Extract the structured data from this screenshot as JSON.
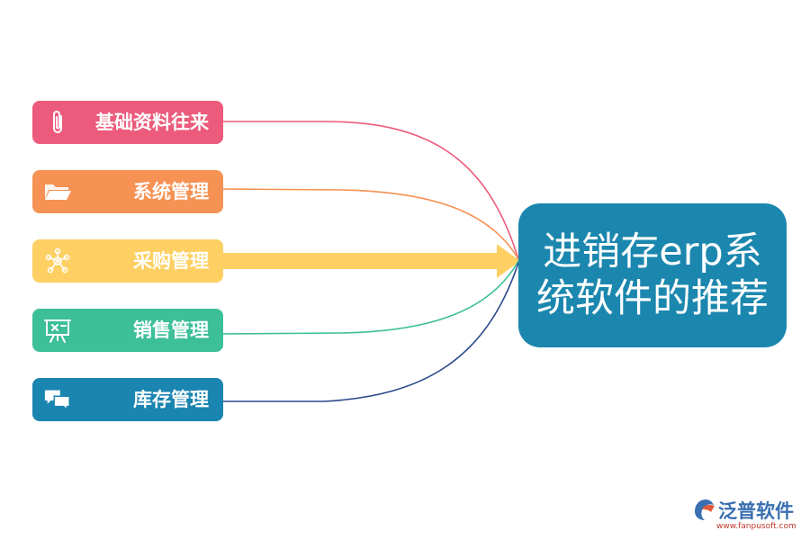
{
  "central": {
    "title": "进销存erp系统软件的推荐",
    "color": "#1b87ae"
  },
  "items": [
    {
      "label": "基础资料往来",
      "icon": "paperclip-icon",
      "color": "#ec5b7b"
    },
    {
      "label": "系统管理",
      "icon": "folder-icon",
      "color": "#f59254"
    },
    {
      "label": "采购管理",
      "icon": "network-icon",
      "color": "#fed063"
    },
    {
      "label": "销售管理",
      "icon": "presentation-board-icon",
      "color": "#3dbf98"
    },
    {
      "label": "库存管理",
      "icon": "chat-bubbles-icon",
      "color": "#1a85b0"
    }
  ],
  "logo": {
    "brand": "泛普软件",
    "url": "www.fanpusoft.com"
  }
}
